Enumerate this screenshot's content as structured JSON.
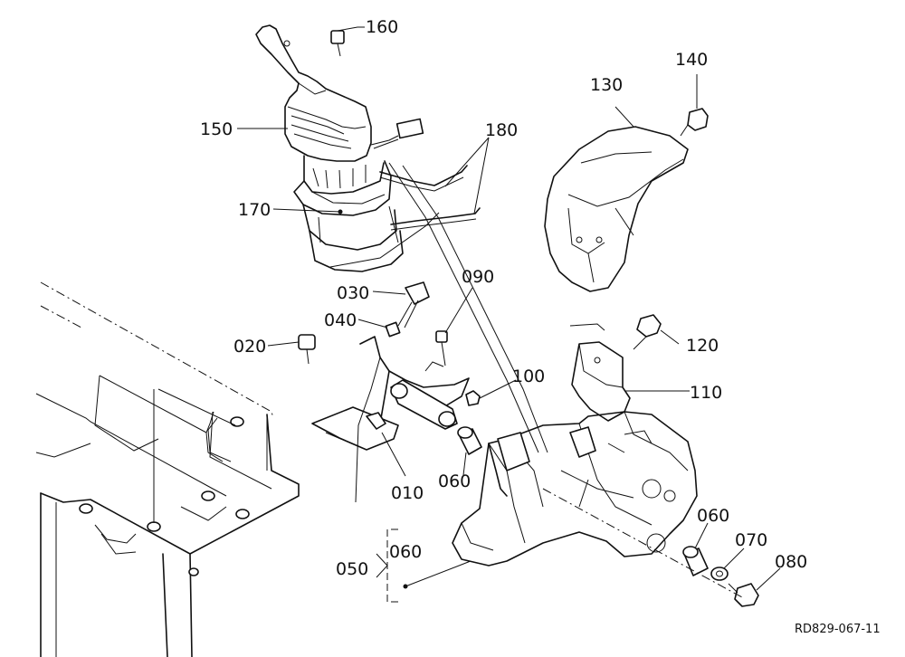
{
  "diagram": {
    "reference_code": "RD829-067-11",
    "callouts": [
      {
        "id": "c160",
        "label": "160"
      },
      {
        "id": "c150",
        "label": "150"
      },
      {
        "id": "c180",
        "label": "180"
      },
      {
        "id": "c170",
        "label": "170"
      },
      {
        "id": "c130",
        "label": "130"
      },
      {
        "id": "c140",
        "label": "140"
      },
      {
        "id": "c030",
        "label": "030"
      },
      {
        "id": "c090",
        "label": "090"
      },
      {
        "id": "c040",
        "label": "040"
      },
      {
        "id": "c020",
        "label": "020"
      },
      {
        "id": "c120",
        "label": "120"
      },
      {
        "id": "c100",
        "label": "100"
      },
      {
        "id": "c110",
        "label": "110"
      },
      {
        "id": "c010",
        "label": "010"
      },
      {
        "id": "c060a",
        "label": "060"
      },
      {
        "id": "c060b",
        "label": "060"
      },
      {
        "id": "c070",
        "label": "070"
      },
      {
        "id": "c050",
        "label": "050"
      },
      {
        "id": "c060c",
        "label": "060"
      },
      {
        "id": "c080",
        "label": "080"
      }
    ]
  }
}
